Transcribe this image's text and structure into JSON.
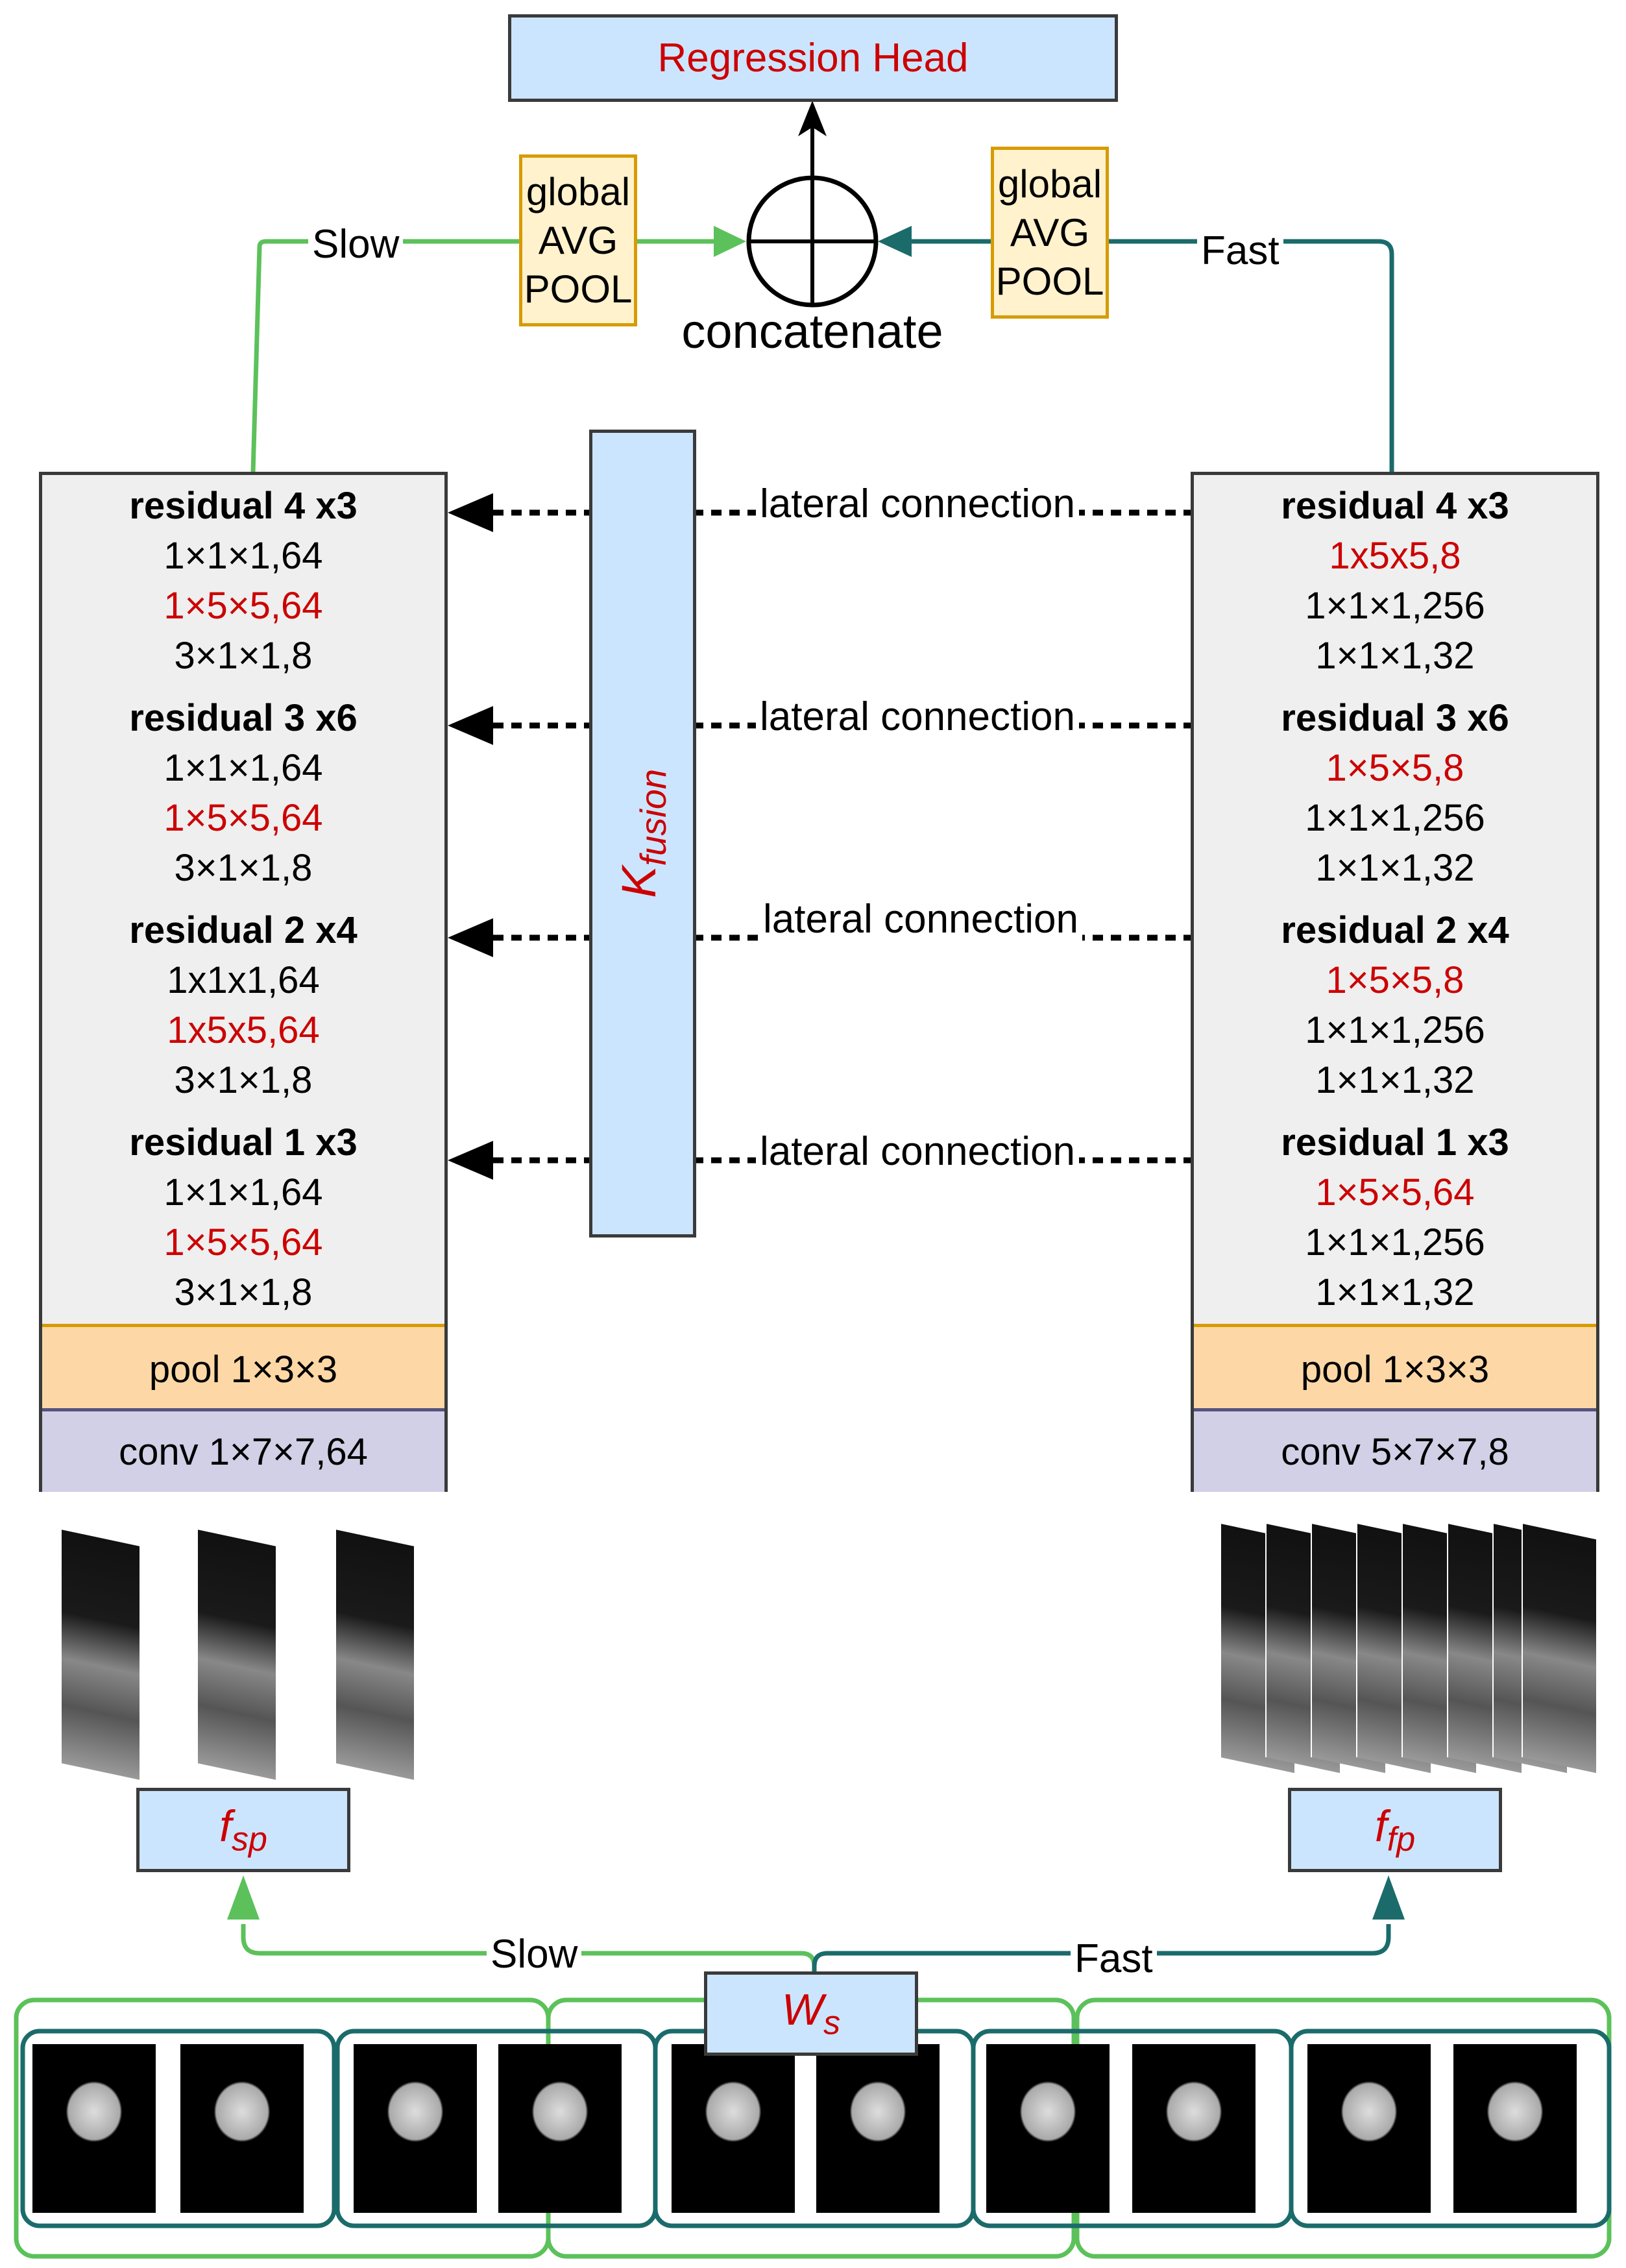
{
  "colors": {
    "slow": "#5cc15a",
    "fast": "#1b6b6b",
    "accent_red": "#cc0000",
    "box_blue": "#cce5ff"
  },
  "head": {
    "label": "Regression Head"
  },
  "concat": {
    "label": "concatenate"
  },
  "pools": {
    "left": "global\nAVG\nPOOL",
    "right": "global\nAVG\nPOOL"
  },
  "paths": {
    "slow_top": "Slow",
    "fast_top": "Fast",
    "slow_bottom": "Slow",
    "fast_bottom": "Fast"
  },
  "fusion": {
    "label": "K",
    "sub": "fusion"
  },
  "lateral": [
    "lateral connection",
    "lateral connection",
    "lateral connection",
    "lateral connection"
  ],
  "slow_stack": {
    "blocks": [
      {
        "title": "residual 4 x3",
        "lines": [
          "1×1×1,64",
          "1×5×5,64",
          "3×1×1,8"
        ],
        "red": [
          false,
          true,
          false
        ]
      },
      {
        "title": "residual 3 x6",
        "lines": [
          "1×1×1,64",
          "1×5×5,64",
          "3×1×1,8"
        ],
        "red": [
          false,
          true,
          false
        ]
      },
      {
        "title": "residual 2 x4",
        "lines": [
          "1x1x1,64",
          "1x5x5,64",
          "3×1×1,8"
        ],
        "red": [
          false,
          true,
          false
        ]
      },
      {
        "title": "residual 1 x3",
        "lines": [
          "1×1×1,64",
          "1×5×5,64",
          "3×1×1,8"
        ],
        "red": [
          false,
          true,
          false
        ]
      }
    ],
    "pool": "pool 1×3×3",
    "conv": "conv 1×7×7,64"
  },
  "fast_stack": {
    "blocks": [
      {
        "title": "residual 4 x3",
        "lines": [
          "1x5x5,8",
          "1×1×1,256",
          "1×1×1,32"
        ],
        "red": [
          true,
          false,
          false
        ]
      },
      {
        "title": "residual 3 x6",
        "lines": [
          "1×5×5,8",
          "1×1×1,256",
          "1×1×1,32"
        ],
        "red": [
          true,
          false,
          false
        ]
      },
      {
        "title": "residual 2 x4",
        "lines": [
          "1×5×5,8",
          "1×1×1,256",
          "1×1×1,32"
        ],
        "red": [
          true,
          false,
          false
        ]
      },
      {
        "title": "residual 1 x3",
        "lines": [
          "1×5×5,64",
          "1×1×1,256",
          "1×1×1,32"
        ],
        "red": [
          true,
          false,
          false
        ]
      }
    ],
    "pool": "pool 1×3×3",
    "conv": "conv 5×7×7,8"
  },
  "samplers": {
    "slow": {
      "base": "f",
      "sub": "sp"
    },
    "fast": {
      "base": "f",
      "sub": "fp"
    }
  },
  "window": {
    "base": "W",
    "sub": "s"
  },
  "frames": {
    "input_count": 10,
    "slow_count": 3,
    "fast_count": 8
  }
}
